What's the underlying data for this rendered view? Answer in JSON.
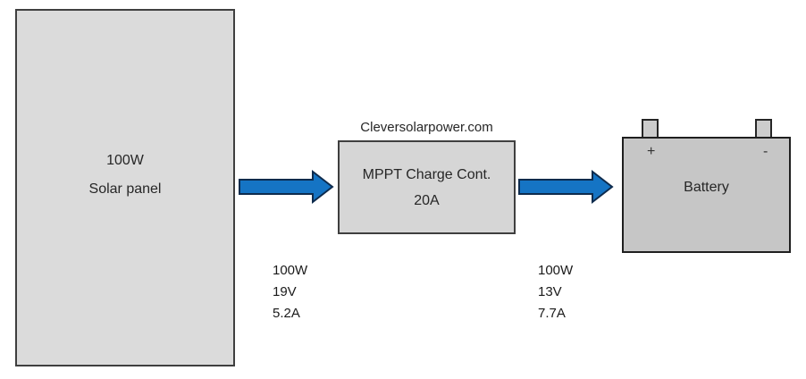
{
  "watermark": "Cleversolarpower.com",
  "solar_panel": {
    "wattage": "100W",
    "name": "Solar panel"
  },
  "controller": {
    "name": "MPPT Charge Cont.",
    "rating": "20A"
  },
  "battery": {
    "name": "Battery",
    "positive_terminal": "+",
    "negative_terminal": "-"
  },
  "panel_output": {
    "power": "100W",
    "voltage": "19V",
    "current": "5.2A"
  },
  "controller_output": {
    "power": "100W",
    "voltage": "13V",
    "current": "7.7A"
  },
  "colors": {
    "arrow_fill": "#1574c4",
    "arrow_stroke": "#0e2b4d",
    "panel_fill": "#dbdbdb",
    "controller_fill": "#d6d6d6",
    "battery_fill": "#c6c6c6",
    "box_border": "#3f3f3f",
    "battery_border": "#1f1f1f"
  }
}
